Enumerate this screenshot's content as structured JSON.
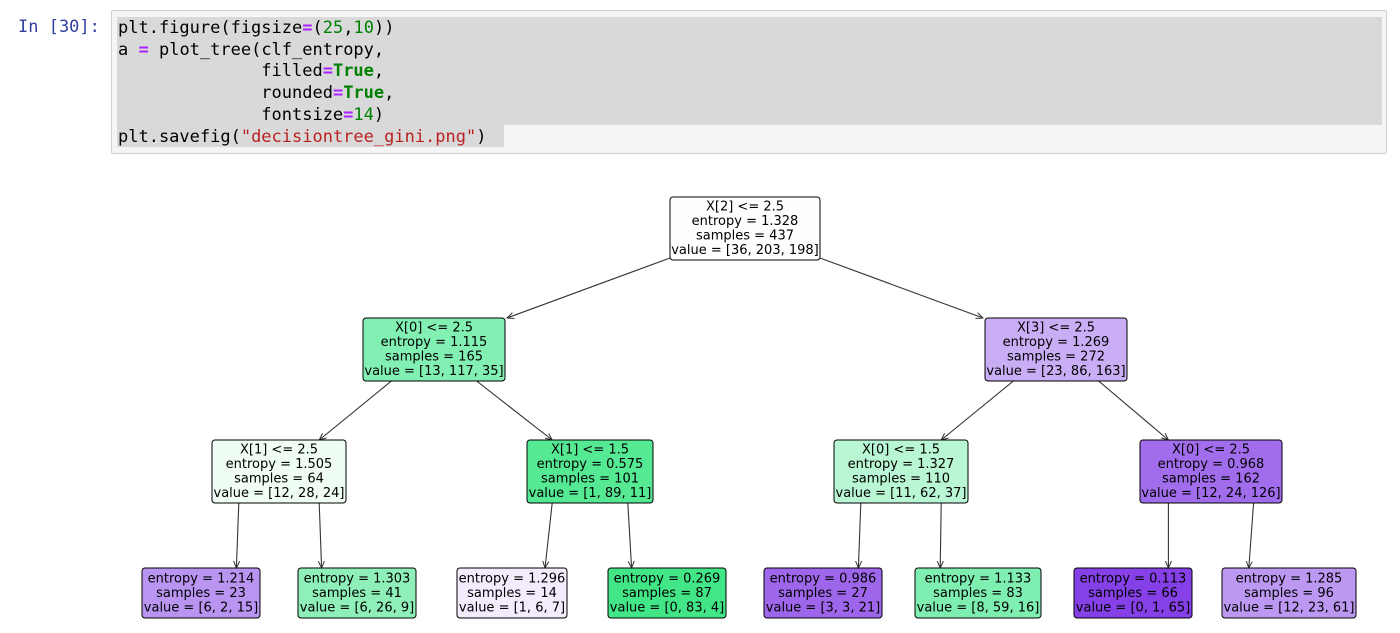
{
  "cell": {
    "prompt": "In [30]:",
    "code_lines": [
      [
        {
          "t": "plt.figure(figsize"
        },
        {
          "t": "=",
          "c": "op"
        },
        {
          "t": "("
        },
        {
          "t": "25",
          "c": "num"
        },
        {
          "t": ","
        },
        {
          "t": "10",
          "c": "num"
        },
        {
          "t": "))"
        }
      ],
      [
        {
          "t": "a "
        },
        {
          "t": "=",
          "c": "op"
        },
        {
          "t": " plot_tree(clf_entropy,"
        }
      ],
      [
        {
          "t": "              filled"
        },
        {
          "t": "=",
          "c": "op"
        },
        {
          "t": "True",
          "c": "kw"
        },
        {
          "t": ","
        }
      ],
      [
        {
          "t": "              rounded"
        },
        {
          "t": "=",
          "c": "op"
        },
        {
          "t": "True",
          "c": "kw"
        },
        {
          "t": ","
        }
      ],
      [
        {
          "t": "              fontsize"
        },
        {
          "t": "=",
          "c": "op"
        },
        {
          "t": "14",
          "c": "num"
        },
        {
          "t": ")"
        }
      ],
      [
        {
          "t": "plt.savefig("
        },
        {
          "t": "\"decisiontree_gini.png\"",
          "c": "str"
        },
        {
          "t": ")"
        }
      ]
    ]
  },
  "chart_data": {
    "type": "tree",
    "nodes": [
      {
        "id": "n0",
        "parent": null,
        "depth": 0,
        "lines": [
          "X[2] <= 2.5",
          "entropy = 1.328",
          "samples = 437",
          "value = [36, 203, 198]"
        ],
        "fill": "#fcfffd"
      },
      {
        "id": "n1",
        "parent": "n0",
        "depth": 1,
        "lines": [
          "X[0] <= 2.5",
          "entropy = 1.115",
          "samples = 165",
          "value = [13, 117, 35]"
        ],
        "fill": "#82efb3"
      },
      {
        "id": "n2",
        "parent": "n0",
        "depth": 1,
        "lines": [
          "X[3] <= 2.5",
          "entropy = 1.269",
          "samples = 272",
          "value = [23, 86, 163]"
        ],
        "fill": "#c9aef5"
      },
      {
        "id": "n3",
        "parent": "n1",
        "depth": 2,
        "lines": [
          "X[1] <= 2.5",
          "entropy = 1.505",
          "samples = 64",
          "value = [12, 28, 24]"
        ],
        "fill": "#effdf5"
      },
      {
        "id": "n4",
        "parent": "n1",
        "depth": 2,
        "lines": [
          "X[1] <= 1.5",
          "entropy = 0.575",
          "samples = 101",
          "value = [1, 89, 11]"
        ],
        "fill": "#55e994"
      },
      {
        "id": "n5",
        "parent": "n2",
        "depth": 2,
        "lines": [
          "X[0] <= 1.5",
          "entropy = 1.327",
          "samples = 110",
          "value = [11, 62, 37]"
        ],
        "fill": "#b9f6d3"
      },
      {
        "id": "n6",
        "parent": "n2",
        "depth": 2,
        "lines": [
          "X[0] <= 2.5",
          "entropy = 0.968",
          "samples = 162",
          "value = [12, 24, 126]"
        ],
        "fill": "#a26ded"
      },
      {
        "id": "n7",
        "parent": "n3",
        "depth": 3,
        "lines": [
          "entropy = 1.214",
          "samples = 23",
          "value = [6, 2, 15]"
        ],
        "fill": "#b994f1"
      },
      {
        "id": "n8",
        "parent": "n3",
        "depth": 3,
        "lines": [
          "entropy = 1.303",
          "samples = 41",
          "value = [6, 26, 9]"
        ],
        "fill": "#8ef0b8"
      },
      {
        "id": "n9",
        "parent": "n4",
        "depth": 3,
        "lines": [
          "entropy = 1.296",
          "samples = 14",
          "value = [1, 6, 7]"
        ],
        "fill": "#f3ecfd"
      },
      {
        "id": "n10",
        "parent": "n4",
        "depth": 3,
        "lines": [
          "entropy = 0.269",
          "samples = 87",
          "value = [0, 83, 4]"
        ],
        "fill": "#42e687"
      },
      {
        "id": "n11",
        "parent": "n5",
        "depth": 3,
        "lines": [
          "entropy = 0.986",
          "samples = 27",
          "value = [3, 3, 21]"
        ],
        "fill": "#9e66eb"
      },
      {
        "id": "n12",
        "parent": "n5",
        "depth": 3,
        "lines": [
          "entropy = 1.133",
          "samples = 83",
          "value = [8, 59, 16]"
        ],
        "fill": "#7eeeb1"
      },
      {
        "id": "n13",
        "parent": "n6",
        "depth": 3,
        "lines": [
          "entropy = 0.113",
          "samples = 66",
          "value = [0, 1, 65]"
        ],
        "fill": "#8541e7"
      },
      {
        "id": "n14",
        "parent": "n6",
        "depth": 3,
        "lines": [
          "entropy = 1.285",
          "samples = 96",
          "value = [12, 23, 61]"
        ],
        "fill": "#bc98f2"
      }
    ]
  }
}
